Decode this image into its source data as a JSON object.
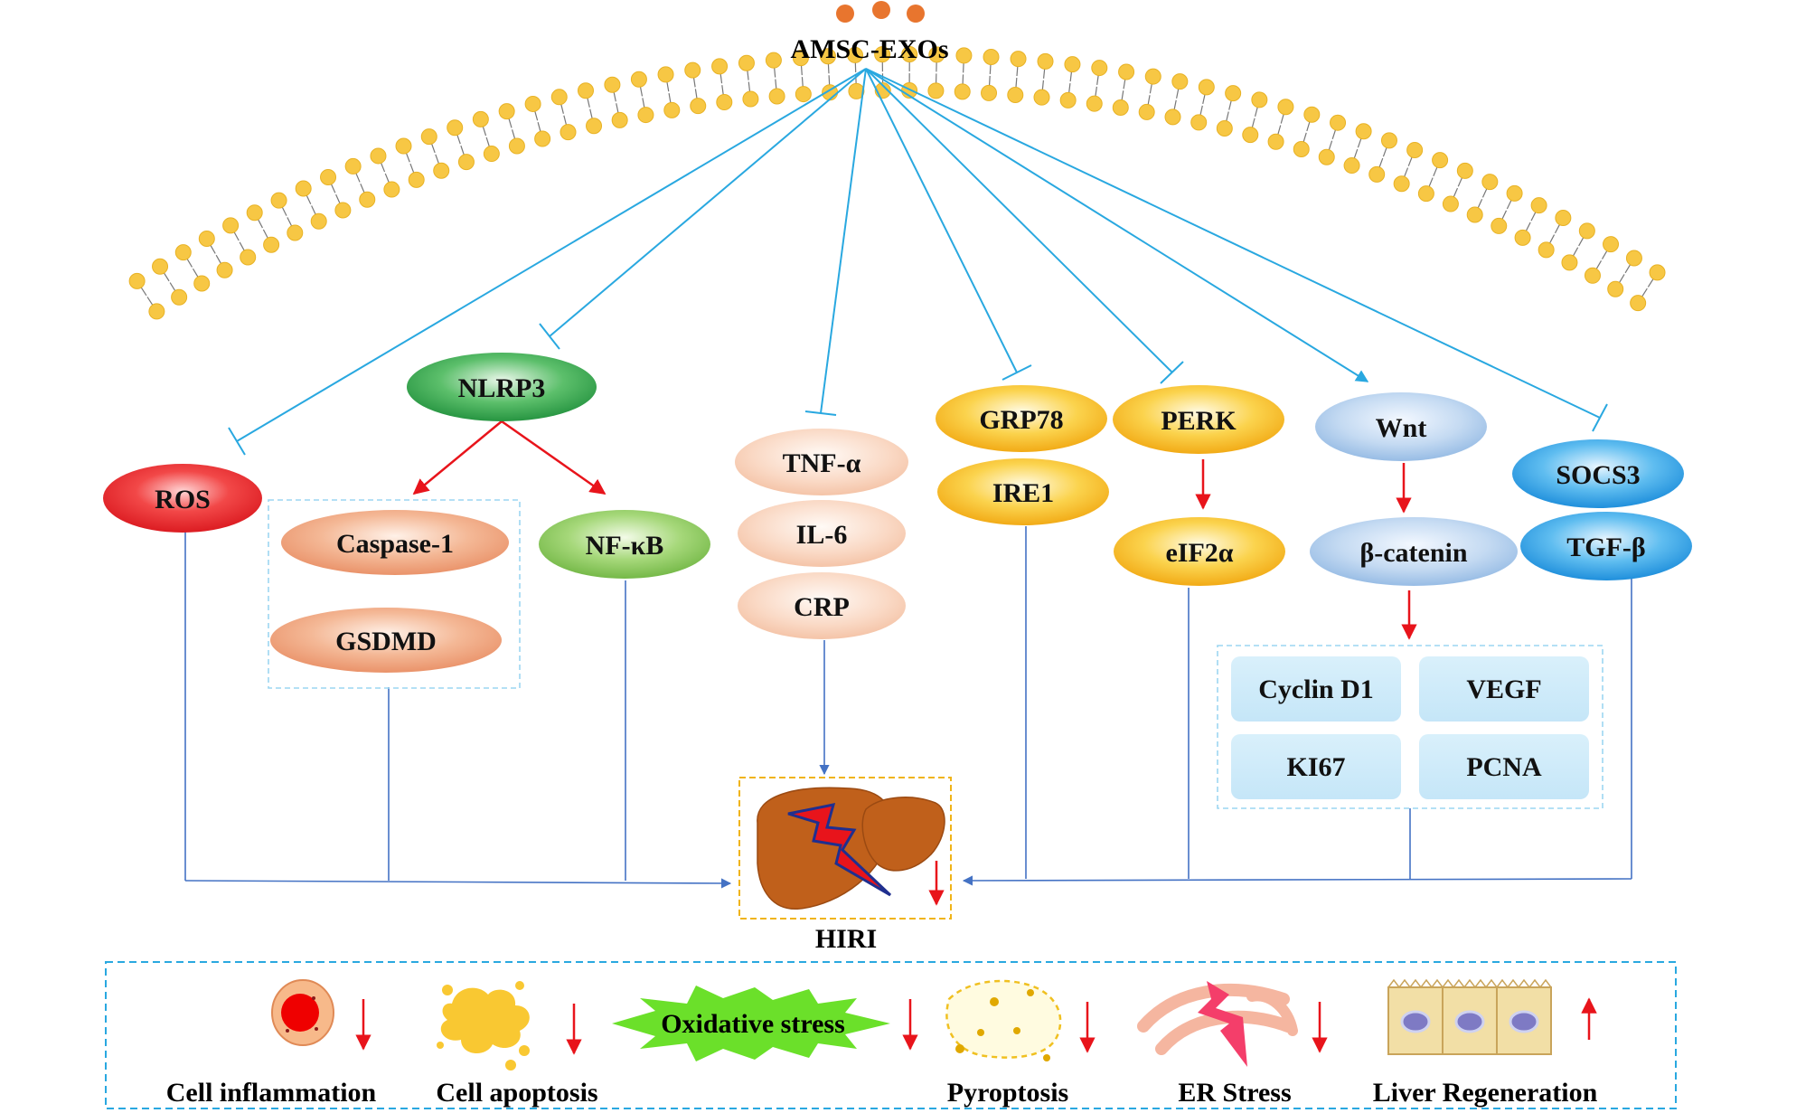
{
  "source": {
    "label": "AMSC-EXOs"
  },
  "nodes": {
    "nlrp3": "NLRP3",
    "ros": "ROS",
    "caspase1": "Caspase-1",
    "gsdmd": "GSDMD",
    "nfkb": "NF-κB",
    "tnfa": "TNF-α",
    "il6": "IL-6",
    "crp": "CRP",
    "grp78": "GRP78",
    "ire1": "IRE1",
    "perk": "PERK",
    "eif2a": "eIF2α",
    "wnt": "Wnt",
    "bcatenin": "β-catenin",
    "socs3": "SOCS3",
    "tgfb": "TGF-β",
    "cyclind1": "Cyclin D1",
    "vegf": "VEGF",
    "ki67": "KI67",
    "pcna": "PCNA"
  },
  "target": {
    "label": "HIRI"
  },
  "legend": [
    {
      "label": "Cell inflammation",
      "trend": "down"
    },
    {
      "label": "Cell apoptosis",
      "trend": "down"
    },
    {
      "label": "Oxidative stress",
      "trend": "down"
    },
    {
      "label": "Pyroptosis",
      "trend": "down"
    },
    {
      "label": "ER Stress",
      "trend": "down"
    },
    {
      "label": "Liver Regeneration",
      "trend": "up"
    }
  ],
  "colors": {
    "inhibit_line": "#29a8e0",
    "red_arrow": "#e8141b",
    "blue_arrow": "#4472c4",
    "membrane_head": "#f7c744",
    "liver": "#c0601b"
  }
}
